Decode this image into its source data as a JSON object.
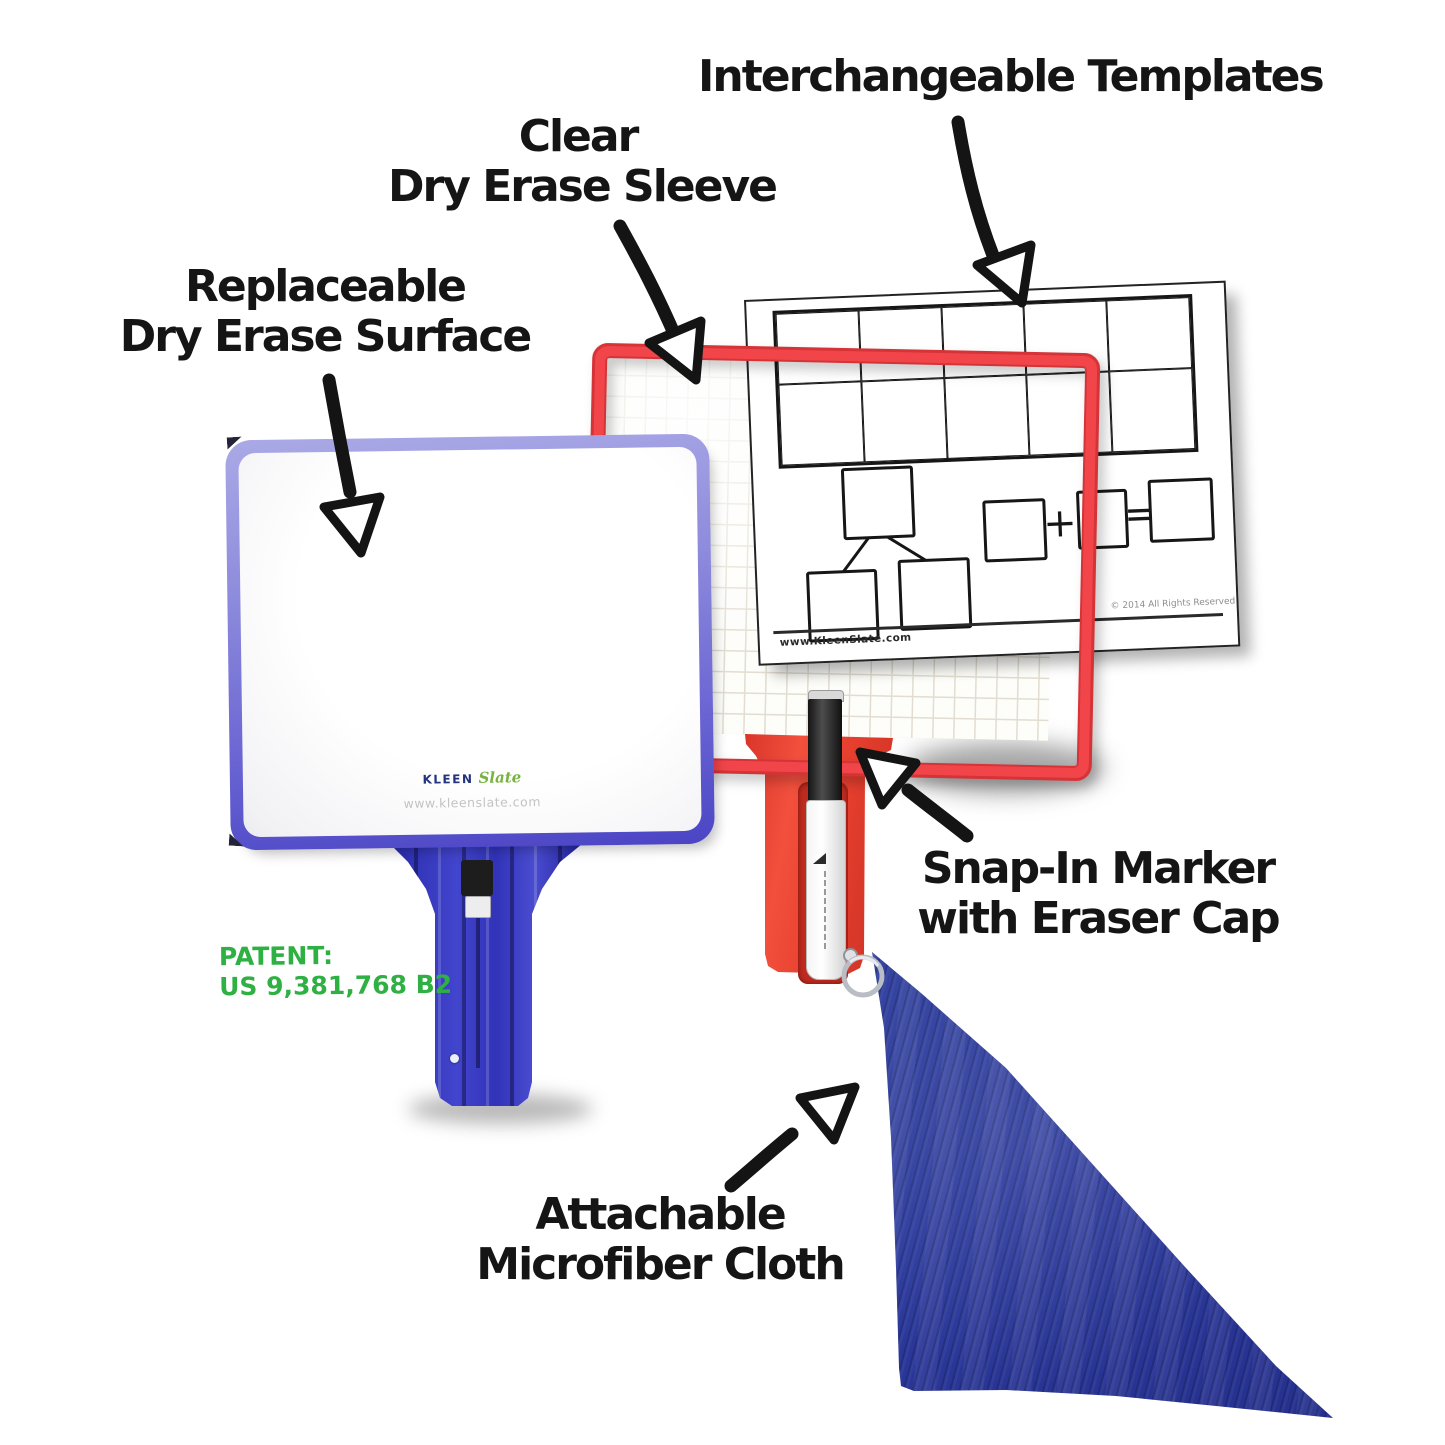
{
  "callouts": {
    "templates": {
      "label": "Interchangeable Templates"
    },
    "clear_sleeve": {
      "line1": "Clear",
      "line2": "Dry Erase Sleeve"
    },
    "replaceable_surface": {
      "line1": "Replaceable",
      "line2": "Dry Erase Surface"
    },
    "snap_marker": {
      "line1": "Snap-In Marker",
      "line2": "with Eraser Cap"
    },
    "microfiber_cloth": {
      "line1": "Attachable",
      "line2": "Microfiber Cloth"
    }
  },
  "patent": {
    "heading": "PATENT:",
    "number": "US 9,381,768 B2"
  },
  "blue_paddle": {
    "brand_part1": "KLEEN",
    "brand_part2": "Slate",
    "website": "www.kleenslate.com"
  },
  "template_sheet": {
    "website": "www.KleenSlate.com",
    "copyright": "© 2014 All Rights Reserved",
    "plus_sign": "+",
    "equals_sign": "=",
    "ten_frame_cols": 5,
    "ten_frame_rows": 2
  },
  "colors": {
    "blue_frame_light": "#aaa9e6",
    "blue_frame_deep": "#4b45c5",
    "blue_handle": "#3133b9",
    "red_sleeve": "#f1454a",
    "red_handle": "#e8402f",
    "cloth_blue": "#2c3a9d",
    "patent_green": "#2fb042",
    "arrow_black": "#141414"
  }
}
